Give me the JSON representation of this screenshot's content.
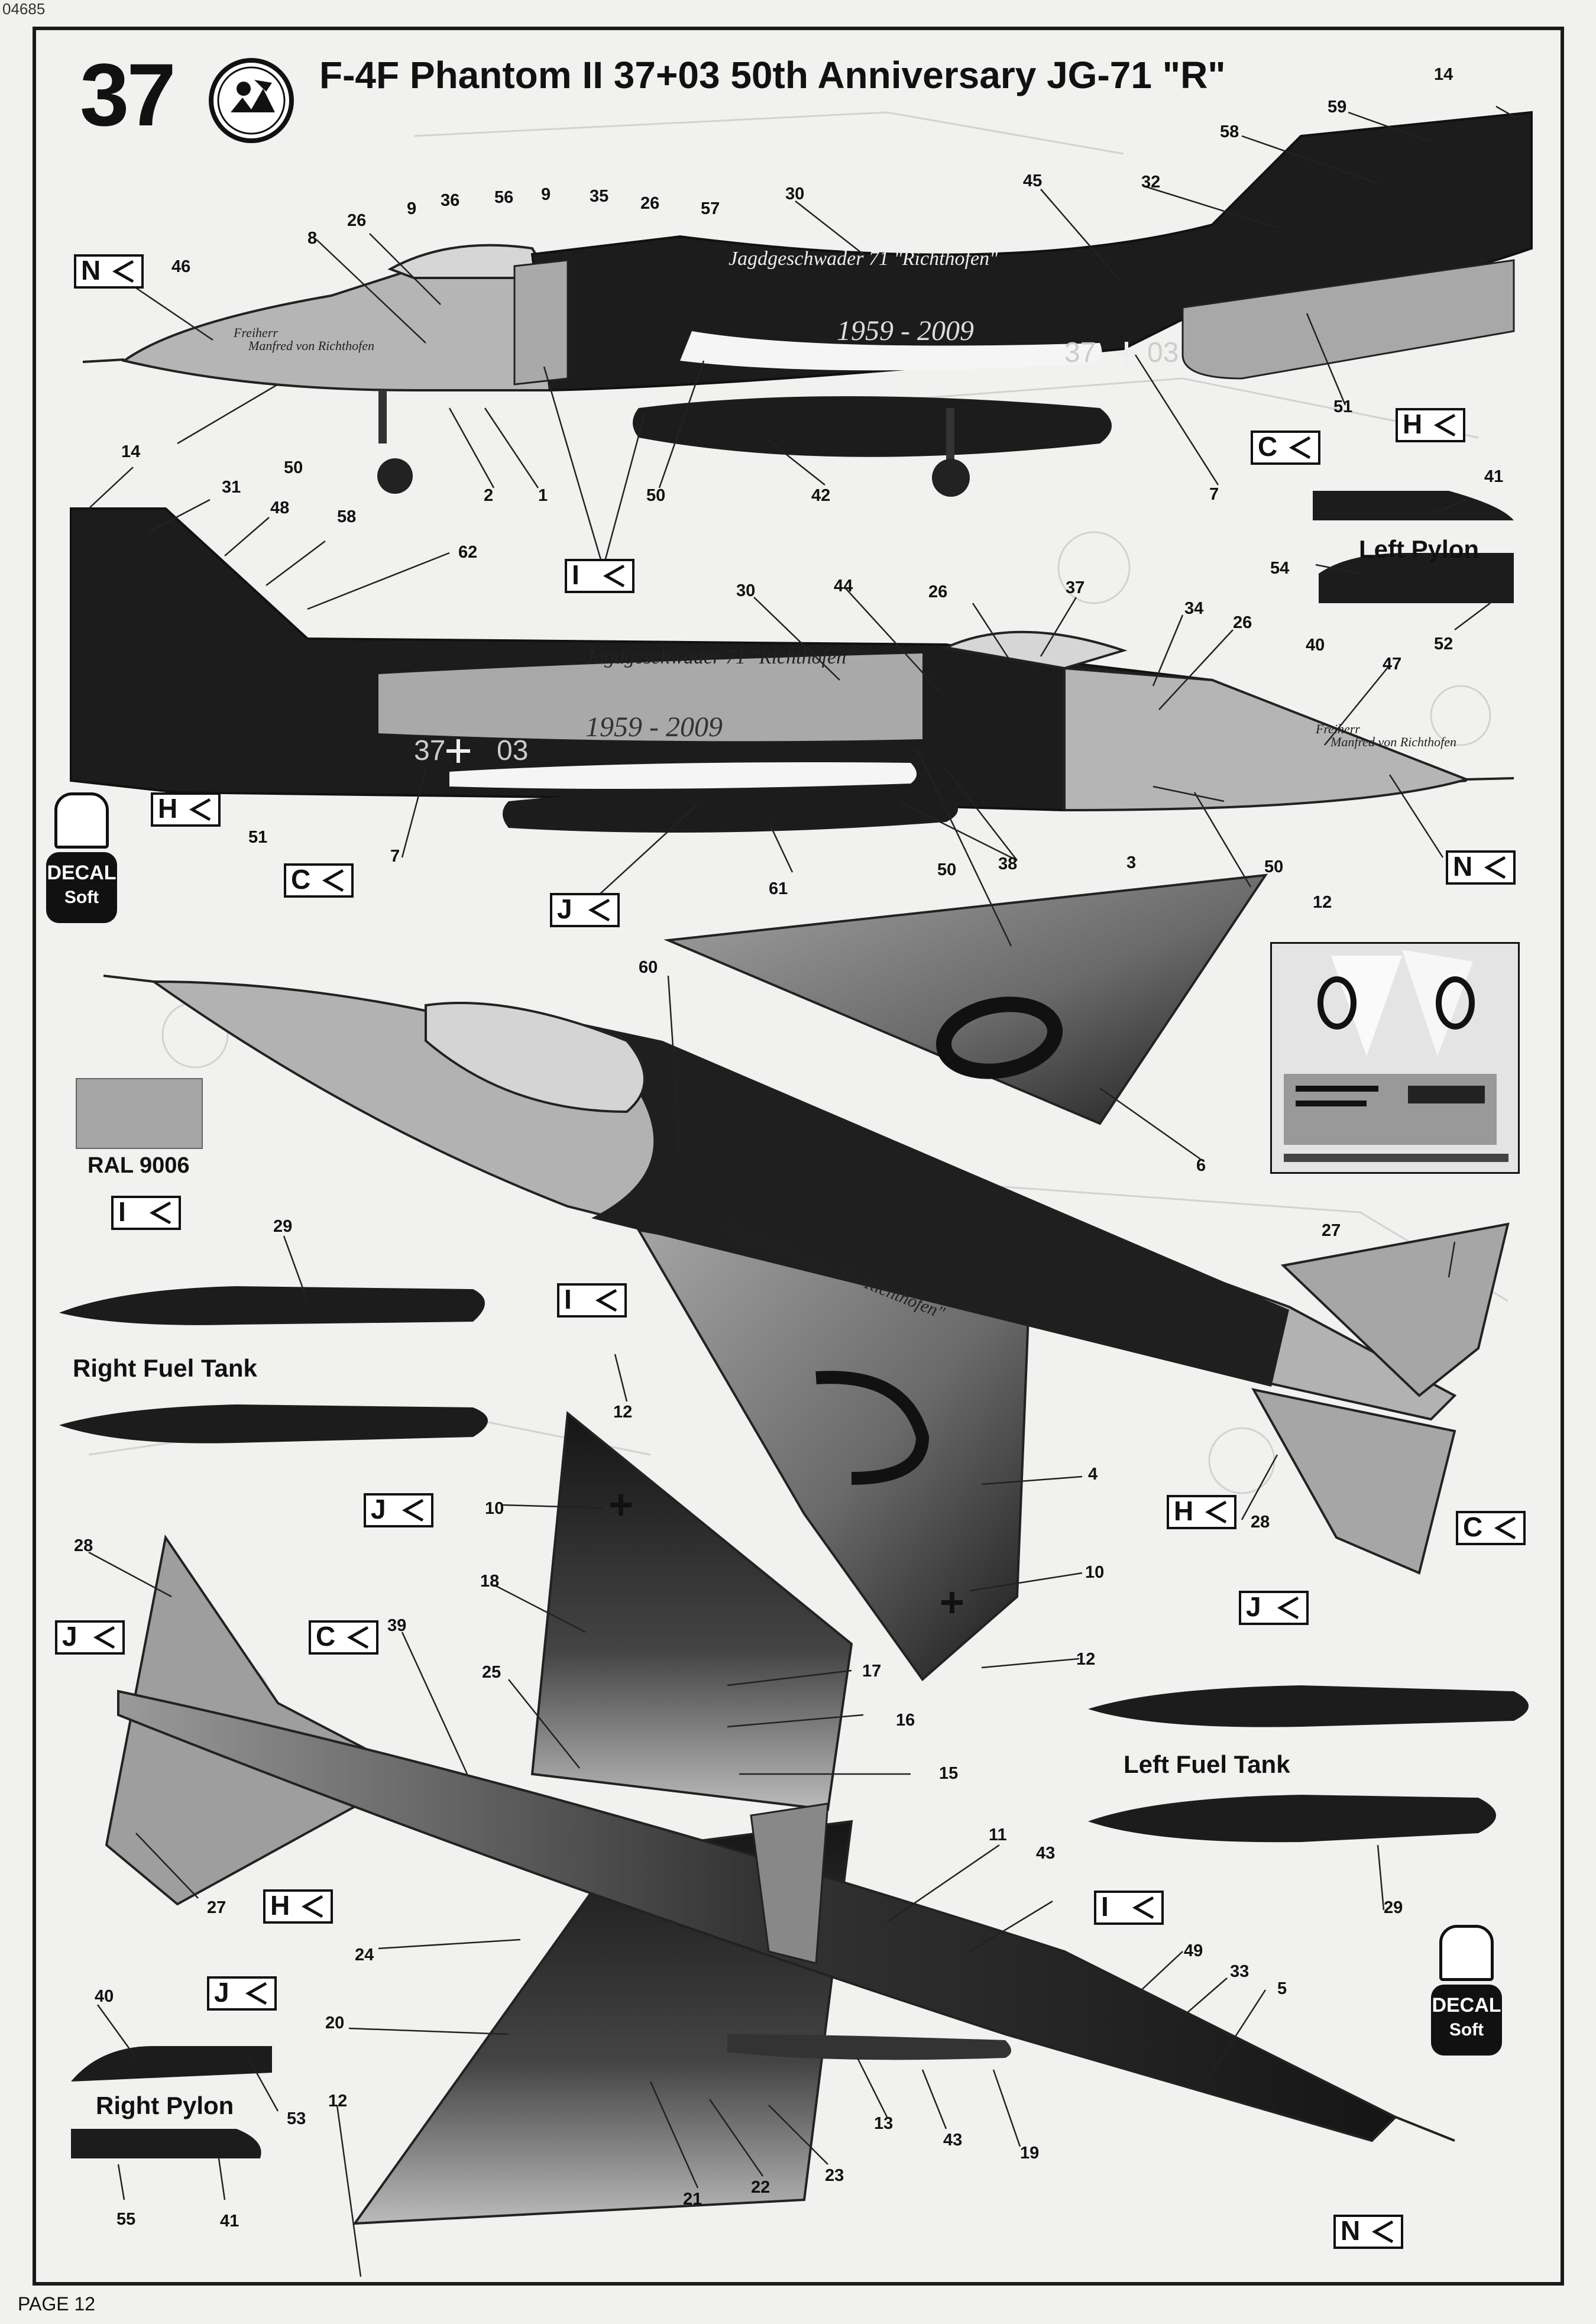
{
  "page_code": "04685",
  "header": {
    "page_number": "37",
    "title": "F-4F Phantom II 37+03 50th Anniversary JG-71 \"R\""
  },
  "labels": {
    "left_pylon": "Left Pylon",
    "right_pylon": "Right Pylon",
    "right_fuel_tank": "Right Fuel Tank",
    "left_fuel_tank": "Left Fuel Tank",
    "color_name": "RAL 9006"
  },
  "aircraft_markings": {
    "squadron_name": "Jagdgeschwader 71 \"Richthofen\"",
    "years": "1959 - 2009",
    "serial_left": "37",
    "serial_right": "03",
    "nose_text_1": "Freiherr",
    "nose_text_2": "Manfred von Richthofen"
  },
  "decal_jar": {
    "line1": "DECAL",
    "line2": "Soft"
  },
  "color_key_swatch": "#a6a6a6",
  "badges": [
    "N",
    "C",
    "H",
    "I",
    "J"
  ],
  "callouts": {
    "c_14a": "14",
    "c_59": "59",
    "c_58": "58",
    "c_45": "45",
    "c_32": "32",
    "c_30a": "30",
    "c_9a": "9",
    "c_36": "36",
    "c_56": "56",
    "c_9b": "9",
    "c_35": "35",
    "c_26a": "26",
    "c_57": "57",
    "c_26b": "26",
    "c_8": "8",
    "c_46": "46",
    "c_50a": "50",
    "c_2": "2",
    "c_1": "1",
    "c_50b": "50",
    "c_42": "42",
    "c_7a": "7",
    "c_51a": "51",
    "c_14b": "14",
    "c_31": "31",
    "c_48": "48",
    "c_58b": "58",
    "c_62": "62",
    "c_41a": "41",
    "c_54": "54",
    "c_40a": "40",
    "c_52": "52",
    "c_30b": "30",
    "c_44": "44",
    "c_26c": "26",
    "c_37": "37",
    "c_34": "34",
    "c_26d": "26",
    "c_47": "47",
    "c_51b": "51",
    "c_7b": "7",
    "c_38": "38",
    "c_3": "3",
    "c_50c": "50",
    "c_50d": "50",
    "c_61": "61",
    "c_12a": "12",
    "c_60": "60",
    "c_6": "6",
    "c_29a": "29",
    "c_27a": "27",
    "c_12b": "12",
    "c_10a": "10",
    "c_4": "4",
    "c_28a": "28",
    "c_10b": "10",
    "c_12c": "12",
    "c_18": "18",
    "c_17": "17",
    "c_16": "16",
    "c_15": "15",
    "c_25": "25",
    "c_39": "39",
    "c_28b": "28",
    "c_27b": "27",
    "c_11": "11",
    "c_43a": "43",
    "c_49": "49",
    "c_33": "33",
    "c_5": "5",
    "c_24": "24",
    "c_20": "20",
    "c_40b": "40",
    "c_53": "53",
    "c_12d": "12",
    "c_55": "55",
    "c_41b": "41",
    "c_13": "13",
    "c_43b": "43",
    "c_19": "19",
    "c_21": "21",
    "c_22": "22",
    "c_23": "23",
    "c_29b": "29"
  },
  "footer": "PAGE 12"
}
